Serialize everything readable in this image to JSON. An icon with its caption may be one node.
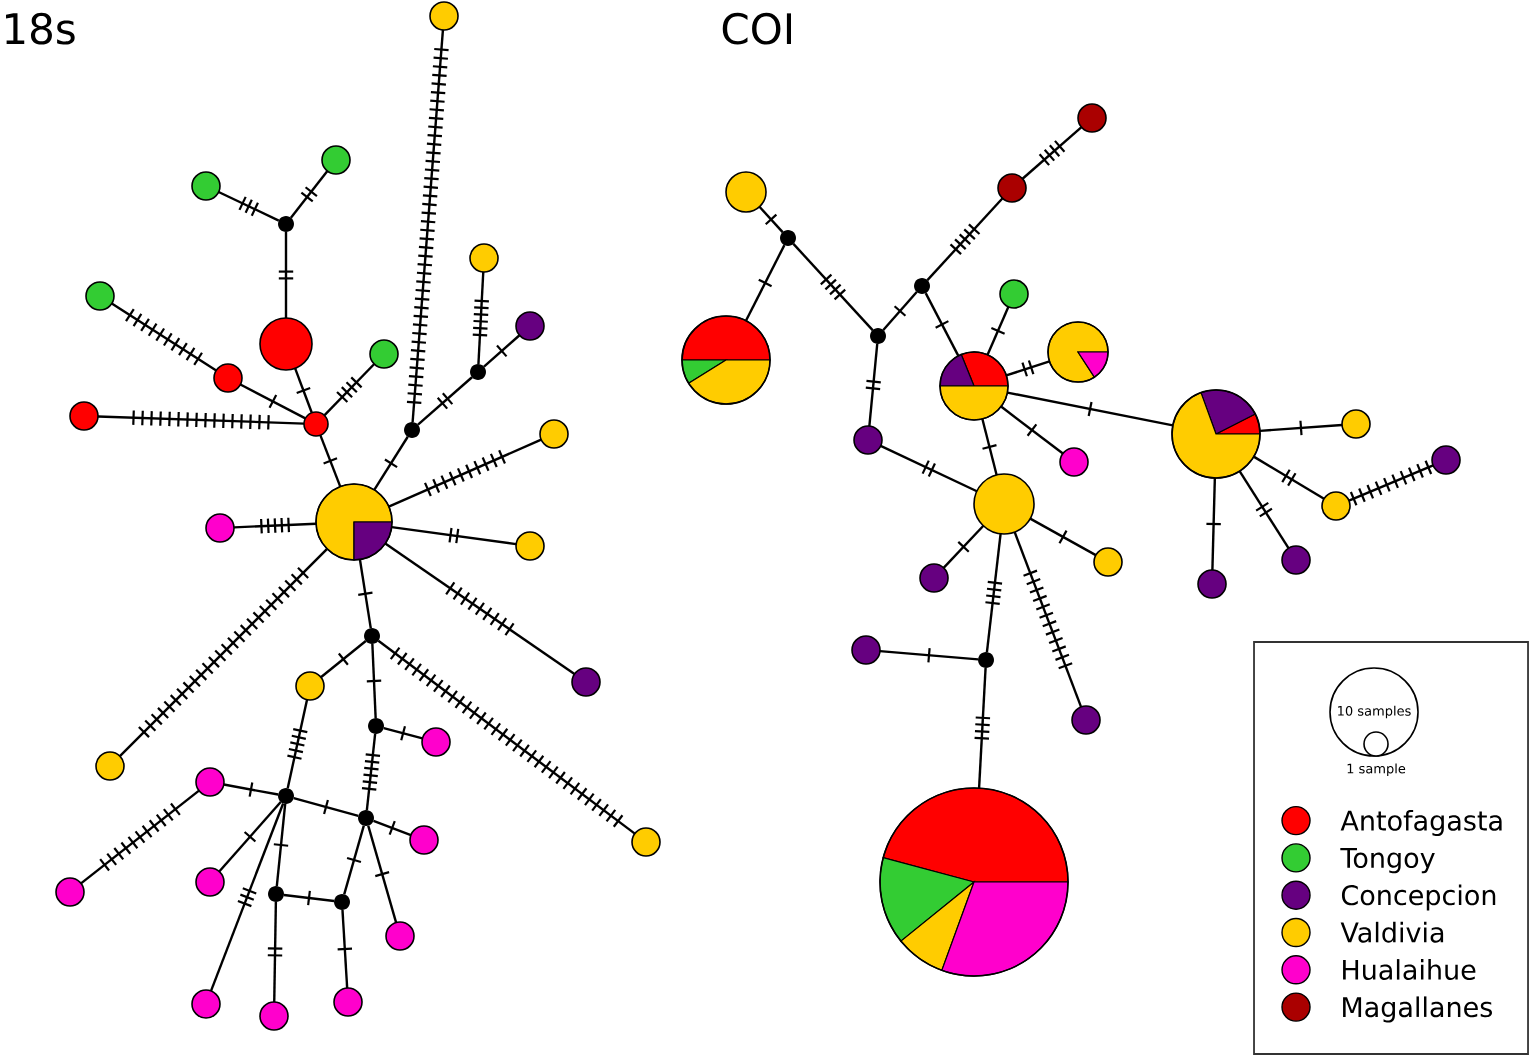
{
  "diagram": {
    "nodes": [
      {
        "text": [],
        "shape": "circle"
      },
      {
        "text": [],
        "shape": "circle"
      },
      {
        "text": [],
        "shape": "circle"
      },
      {
        "text": [],
        "shape": "dot"
      },
      {
        "text": [],
        "shape": "circle"
      },
      {
        "text": [],
        "shape": "circle"
      },
      {
        "text": [],
        "shape": "circle"
      },
      {
        "text": [],
        "shape": "circle"
      },
      {
        "text": [],
        "shape": "circle"
      },
      {
        "text": [],
        "shape": "dot"
      },
      {
        "text": [],
        "shape": "circle"
      },
      {
        "text": [],
        "shape": "circle"
      },
      {
        "text": [],
        "shape": "circle"
      },
      {
        "text": [],
        "shape": "dot"
      },
      {
        "text": [],
        "shape": "circle"
      },
      {
        "text": [],
        "shape": "circle"
      },
      {
        "text": [],
        "shape": "circle"
      },
      {
        "text": [],
        "shape": "circle"
      },
      {
        "text": [],
        "shape": "dot"
      },
      {
        "text": [],
        "shape": "circle"
      },
      {
        "text": [],
        "shape": "circle"
      },
      {
        "text": [],
        "shape": "dot"
      },
      {
        "text": [],
        "shape": "circle"
      },
      {
        "text": [],
        "shape": "circle"
      },
      {
        "text": [],
        "shape": "circle"
      },
      {
        "text": [],
        "shape": "dot"
      },
      {
        "text": [],
        "shape": "dot"
      },
      {
        "text": [],
        "shape": "circle"
      },
      {
        "text": [],
        "shape": "circle"
      },
      {
        "text": [],
        "shape": "circle"
      },
      {
        "text": [],
        "shape": "circle"
      },
      {
        "text": [],
        "shape": "dot"
      },
      {
        "text": [],
        "shape": "dot"
      },
      {
        "text": [],
        "shape": "circle"
      },
      {
        "text": [],
        "shape": "circle"
      },
      {
        "text": [],
        "shape": "circle"
      },
      {
        "text": [],
        "shape": "circle"
      },
      {
        "text": [],
        "shape": "circle"
      },
      {
        "text": [],
        "shape": "circle"
      },
      {
        "text": [],
        "shape": "circle"
      },
      {
        "text": [],
        "shape": "dot"
      },
      {
        "text": [],
        "shape": "dot"
      },
      {
        "text": [],
        "shape": "circle"
      },
      {
        "text": [],
        "shape": "dot"
      },
      {
        "text": [],
        "shape": "circle"
      },
      {
        "text": [],
        "shape": "circle"
      },
      {
        "text": [],
        "shape": "circle"
      },
      {
        "text": [],
        "shape": "circle"
      },
      {
        "text": [],
        "shape": "circle"
      },
      {
        "text": [],
        "shape": "circle"
      },
      {
        "text": [],
        "shape": "circle"
      },
      {
        "text": [],
        "shape": "circle"
      },
      {
        "text": [],
        "shape": "circle"
      },
      {
        "text": [],
        "shape": "circle"
      },
      {
        "text": [],
        "shape": "circle"
      },
      {
        "text": [],
        "shape": "circle"
      },
      {
        "text": [],
        "shape": "circle"
      },
      {
        "text": [],
        "shape": "circle"
      },
      {
        "text": [],
        "shape": "circle"
      },
      {
        "text": [],
        "shape": "dot"
      },
      {
        "text": [],
        "shape": "circle"
      },
      {
        "text": [],
        "shape": "circle"
      },
      {
        "text": [
          "10 samples"
        ]
      },
      {
        "text": [],
        "shape": "circle",
        "in": 62,
        "beside": [
          "1 sample"
        ]
      }
    ],
    "edges": [
      {
        "from": 3,
        "to": 1,
        "arrow": "none"
      },
      {
        "from": 3,
        "to": 2,
        "arrow": "none"
      },
      {
        "from": 3,
        "to": 7,
        "arrow": "none"
      },
      {
        "from": 5,
        "to": 10,
        "arrow": "none"
      },
      {
        "from": 10,
        "to": 12,
        "arrow": "none"
      },
      {
        "from": 11,
        "to": 12,
        "arrow": "none"
      },
      {
        "from": 7,
        "to": 12,
        "arrow": "none"
      },
      {
        "from": 12,
        "to": 8,
        "arrow": "none"
      },
      {
        "from": 12,
        "to": 15,
        "arrow": "none"
      },
      {
        "from": 15,
        "to": 13,
        "arrow": "none"
      },
      {
        "from": 13,
        "to": 0,
        "arrow": "none"
      },
      {
        "from": 13,
        "to": 9,
        "arrow": "none"
      },
      {
        "from": 9,
        "to": 4,
        "arrow": "none"
      },
      {
        "from": 9,
        "to": 6,
        "arrow": "none"
      },
      {
        "from": 15,
        "to": 14,
        "arrow": "none"
      },
      {
        "from": 15,
        "to": 16,
        "arrow": "none"
      },
      {
        "from": 15,
        "to": 17,
        "arrow": "none"
      },
      {
        "from": 15,
        "to": 19,
        "arrow": "none"
      },
      {
        "from": 15,
        "to": 23,
        "arrow": "none"
      },
      {
        "from": 15,
        "to": 18,
        "arrow": "none"
      },
      {
        "from": 18,
        "to": 20,
        "arrow": "none"
      },
      {
        "from": 18,
        "to": 21,
        "arrow": "none"
      },
      {
        "from": 18,
        "to": 28,
        "arrow": "none"
      },
      {
        "from": 21,
        "to": 22,
        "arrow": "none"
      },
      {
        "from": 21,
        "to": 26,
        "arrow": "none"
      },
      {
        "from": 20,
        "to": 25,
        "arrow": "none"
      },
      {
        "from": 25,
        "to": 24,
        "arrow": "none"
      },
      {
        "from": 25,
        "to": 26,
        "arrow": "none"
      },
      {
        "from": 26,
        "to": 27,
        "arrow": "none"
      },
      {
        "from": 24,
        "to": 30,
        "arrow": "none"
      },
      {
        "from": 25,
        "to": 29,
        "arrow": "none"
      },
      {
        "from": 25,
        "to": 31,
        "arrow": "none"
      },
      {
        "from": 25,
        "to": 35,
        "arrow": "none"
      },
      {
        "from": 31,
        "to": 32,
        "arrow": "none"
      },
      {
        "from": 31,
        "to": 36,
        "arrow": "none"
      },
      {
        "from": 26,
        "to": 32,
        "arrow": "none"
      },
      {
        "from": 26,
        "to": 33,
        "arrow": "none"
      },
      {
        "from": 32,
        "to": 34,
        "arrow": "none"
      },
      {
        "from": 39,
        "to": 40,
        "arrow": "none"
      },
      {
        "from": 40,
        "to": 45,
        "arrow": "none"
      },
      {
        "from": 40,
        "to": 43,
        "arrow": "none"
      },
      {
        "from": 43,
        "to": 41,
        "arrow": "none"
      },
      {
        "from": 41,
        "to": 38,
        "arrow": "none"
      },
      {
        "from": 38,
        "to": 37,
        "arrow": "none"
      },
      {
        "from": 43,
        "to": 49,
        "arrow": "none"
      },
      {
        "from": 41,
        "to": 46,
        "arrow": "none"
      },
      {
        "from": 46,
        "to": 42,
        "arrow": "none"
      },
      {
        "from": 46,
        "to": 44,
        "arrow": "none"
      },
      {
        "from": 46,
        "to": 48,
        "arrow": "none"
      },
      {
        "from": 46,
        "to": 51,
        "arrow": "none"
      },
      {
        "from": 46,
        "to": 52,
        "arrow": "none"
      },
      {
        "from": 49,
        "to": 52,
        "arrow": "none"
      },
      {
        "from": 52,
        "to": 55,
        "arrow": "none"
      },
      {
        "from": 52,
        "to": 56,
        "arrow": "none"
      },
      {
        "from": 52,
        "to": 59,
        "arrow": "none"
      },
      {
        "from": 52,
        "to": 60,
        "arrow": "none"
      },
      {
        "from": 59,
        "to": 58,
        "arrow": "none"
      },
      {
        "from": 59,
        "to": 61,
        "arrow": "none"
      },
      {
        "from": 48,
        "to": 47,
        "arrow": "none"
      },
      {
        "from": 48,
        "to": 53,
        "arrow": "none"
      },
      {
        "from": 53,
        "to": 50,
        "arrow": "none"
      },
      {
        "from": 48,
        "to": 54,
        "arrow": "none"
      },
      {
        "from": 48,
        "to": 57,
        "arrow": "none"
      }
    ],
    "labels": [
      "18s",
      "COI"
    ],
    "legend": [
      {
        "text": "Antofagasta",
        "color": "#ff0000"
      },
      {
        "text": "Tongoy",
        "color": "#33cc33"
      },
      {
        "text": "Concepcion",
        "color": "#660080"
      },
      {
        "text": "Valdivia",
        "color": "#ffcc00"
      },
      {
        "text": "Hualaihue",
        "color": "#ff00cc"
      },
      {
        "text": "Magallanes",
        "color": "#aa0000"
      }
    ]
  }
}
